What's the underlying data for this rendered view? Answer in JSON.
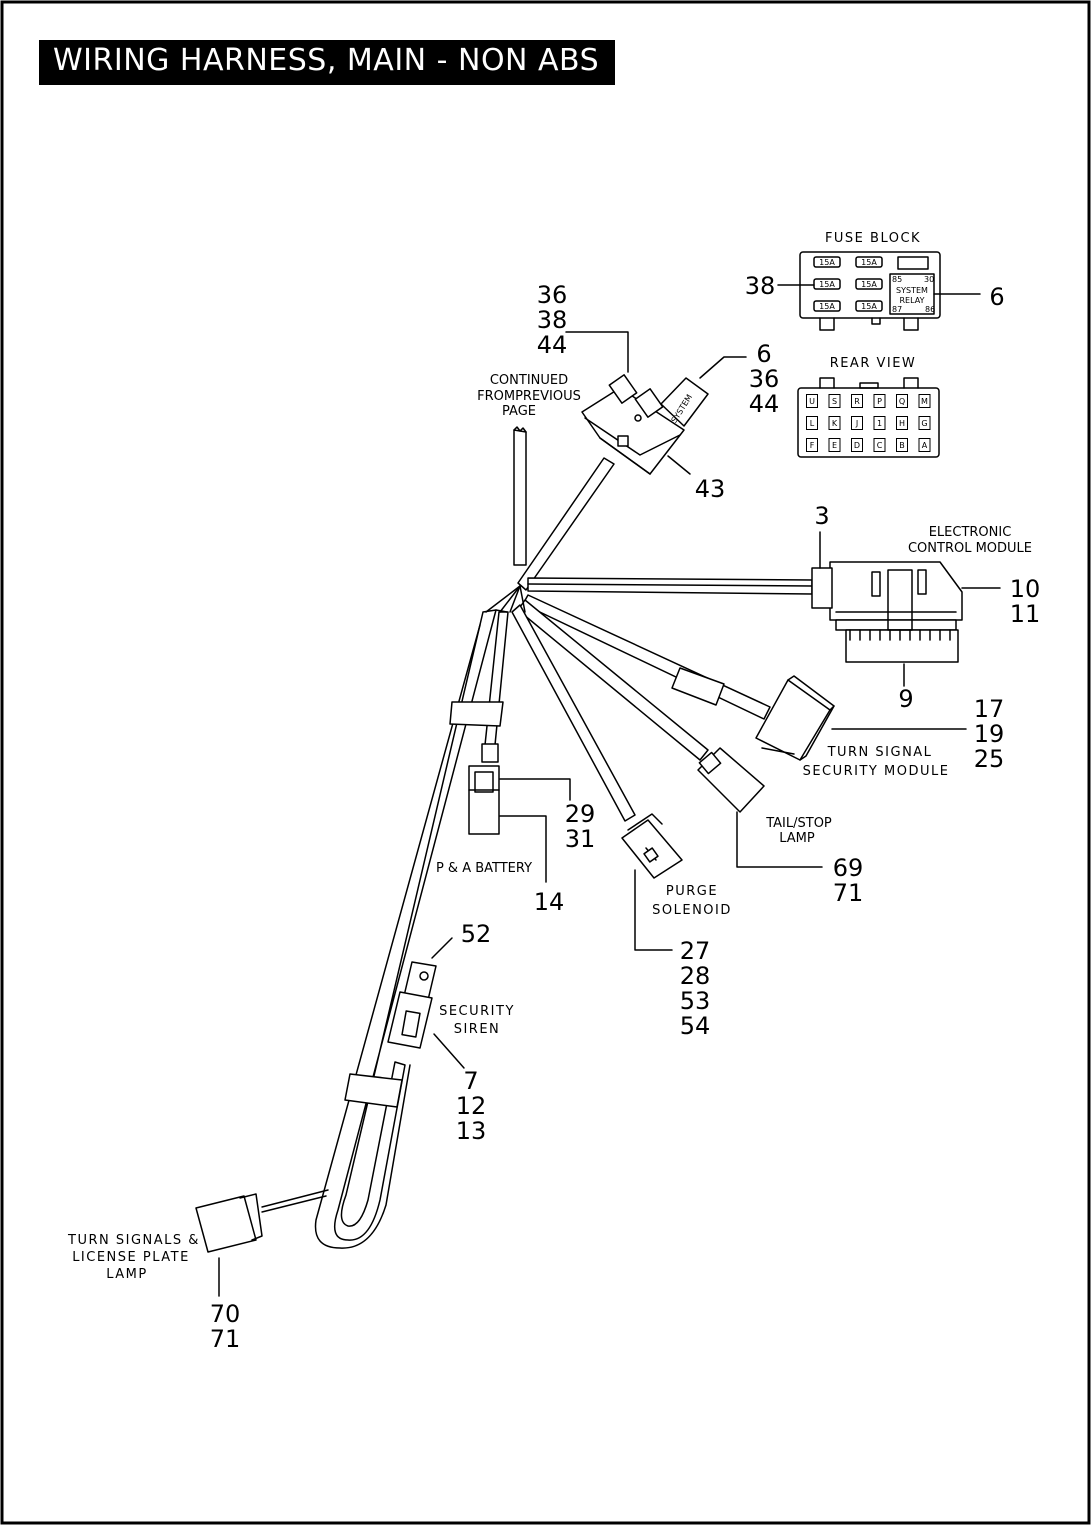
{
  "title": "WIRING HARNESS, MAIN - NON ABS",
  "labels": {
    "fuse_block": "FUSE BLOCK",
    "rear_view": "REAR VIEW",
    "continued_1": "CONTINUED",
    "continued_2": "FROMPREVIOUS",
    "continued_3": "PAGE",
    "ecm_1": "ELECTRONIC",
    "ecm_2": "CONTROL MODULE",
    "tsm_1": "TURN SIGNAL",
    "tsm_2": "SECURITY MODULE",
    "tail_1": "TAIL/STOP",
    "tail_2": "LAMP",
    "purge_1": "PURGE",
    "purge_2": "SOLENOID",
    "battery": "P & A BATTERY",
    "siren_1": "SECURITY",
    "siren_2": "SIREN",
    "turn_1": "TURN  SIGNALS &",
    "turn_2": "LICENSE PLATE",
    "turn_3": "LAMP",
    "system_tag": "SYSTEM",
    "relay_1": "SYSTEM",
    "relay_2": "RELAY",
    "relay_pins": [
      "85",
      "30",
      "87",
      "86"
    ],
    "fuse_rating": "15A",
    "rear_rows": [
      [
        "U",
        "S",
        "R",
        "P",
        "Q",
        "M"
      ],
      [
        "L",
        "K",
        "J",
        "1",
        "H",
        "G"
      ],
      [
        "F",
        "E",
        "D",
        "C",
        "B",
        "A"
      ]
    ]
  },
  "callouts": {
    "c1": [
      "36",
      "38",
      "44"
    ],
    "c2": [
      "6",
      "36",
      "44"
    ],
    "c3": [
      "38"
    ],
    "c4": [
      "6"
    ],
    "c5": [
      "43"
    ],
    "c6": [
      "3"
    ],
    "c7": [
      "10",
      "11"
    ],
    "c8": [
      "9"
    ],
    "c9": [
      "17",
      "19",
      "25"
    ],
    "c10": [
      "29",
      "31"
    ],
    "c11": [
      "14"
    ],
    "c12": [
      "69",
      "71"
    ],
    "c13": [
      "27",
      "28",
      "53",
      "54"
    ],
    "c14": [
      "52"
    ],
    "c15": [
      "7",
      "12",
      "13"
    ],
    "c16": [
      "70",
      "71"
    ]
  }
}
